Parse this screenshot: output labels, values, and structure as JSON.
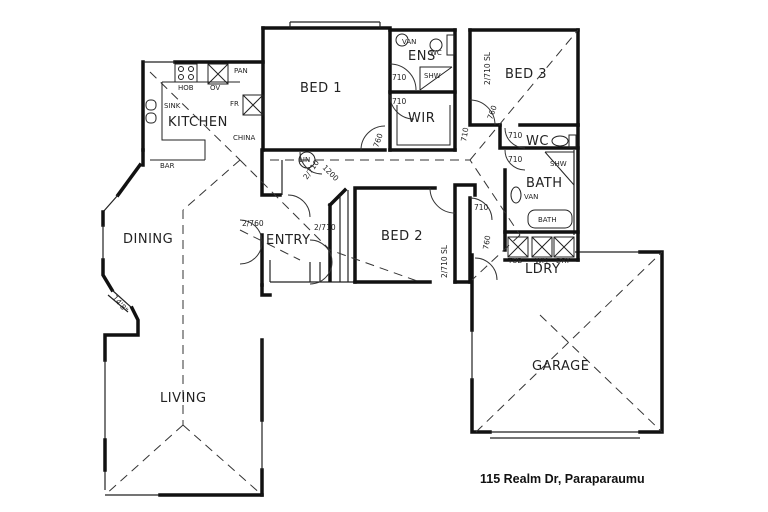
{
  "caption": "115 Realm Dr, Paraparaumu",
  "rooms": {
    "kitchen": "KITCHEN",
    "bed1": "BED 1",
    "bed2": "BED 2",
    "bed3": "BED 3",
    "ens": "ENS",
    "wir": "WIR",
    "wc": "WC",
    "bath_room": "BATH",
    "bath_tub": "BATH",
    "entry": "ENTRY",
    "dining": "DINING",
    "living": "LIVING",
    "garage": "GARAGE",
    "laundry": "LDRY"
  },
  "fixtures": {
    "hob": "HOB",
    "ov": "OV",
    "pan": "PAN",
    "sink": "SINK",
    "fr": "FR",
    "china": "CHINA",
    "bar": "BAR",
    "vanity_ens": "VAN",
    "wc_ens": "WC",
    "shower_ens": "SHW",
    "shower_bath": "SHW",
    "vanity_bath": "VAN",
    "tub": "TUB",
    "washing_machine": "WM",
    "dryer": "DRY",
    "linen": "LIN"
  },
  "dimensions": {
    "ens_door": "710",
    "wir_door": "710",
    "bed1_door": "760",
    "bed3_door": "760",
    "bed3_wardrobe": "2/710 SL",
    "hall_door": "710",
    "wc_door": "710",
    "bath_door": "710",
    "bed2_door": "710",
    "ldry_door": "760",
    "bed2_wardrobe": "2/710 SL",
    "entry_left": "2/760",
    "entry_right": "2/710",
    "coat_closet": "2/710",
    "closet_door": "1200",
    "dining_window": "14'8\""
  },
  "colors": {
    "ink": "#111111",
    "background": "#ffffff"
  }
}
